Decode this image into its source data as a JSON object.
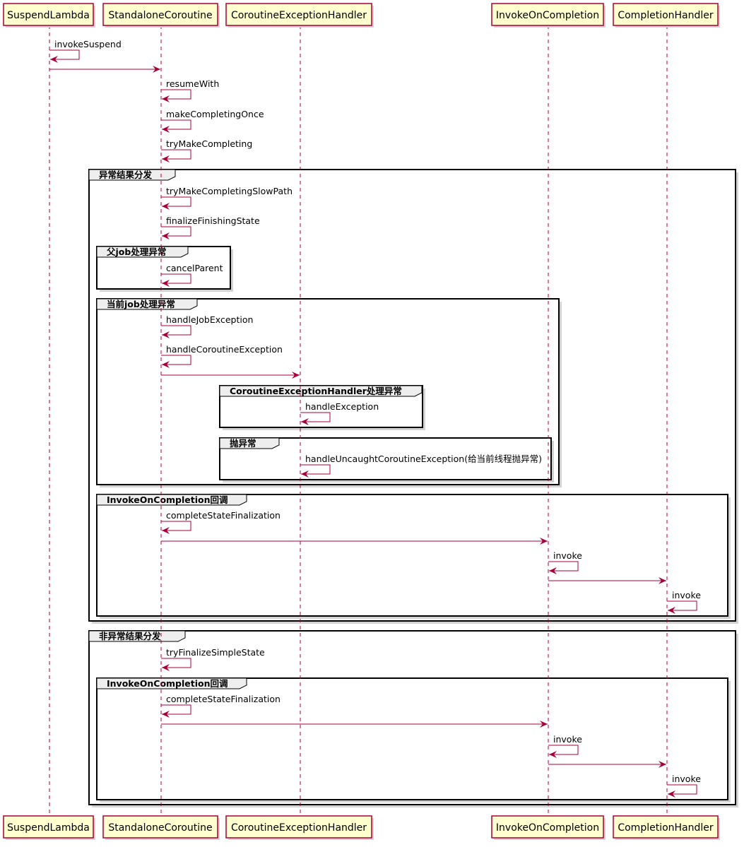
{
  "participants": [
    {
      "id": "SuspendLambda",
      "label": "SuspendLambda"
    },
    {
      "id": "StandaloneCoroutine",
      "label": "StandaloneCoroutine"
    },
    {
      "id": "CoroutineExceptionHandler",
      "label": "CoroutineExceptionHandler"
    },
    {
      "id": "InvokeOnCompletion",
      "label": "InvokeOnCompletion"
    },
    {
      "id": "CompletionHandler",
      "label": "CompletionHandler"
    }
  ],
  "messages": [
    {
      "from": "SuspendLambda",
      "to": "SuspendLambda",
      "label": "invokeSuspend"
    },
    {
      "from": "SuspendLambda",
      "to": "StandaloneCoroutine",
      "label": ""
    },
    {
      "from": "StandaloneCoroutine",
      "to": "StandaloneCoroutine",
      "label": "resumeWith"
    },
    {
      "from": "StandaloneCoroutine",
      "to": "StandaloneCoroutine",
      "label": "makeCompletingOnce"
    },
    {
      "from": "StandaloneCoroutine",
      "to": "StandaloneCoroutine",
      "label": "tryMakeCompleting"
    },
    {
      "from": "StandaloneCoroutine",
      "to": "StandaloneCoroutine",
      "label": "tryMakeCompletingSlowPath"
    },
    {
      "from": "StandaloneCoroutine",
      "to": "StandaloneCoroutine",
      "label": "finalizeFinishingState"
    },
    {
      "from": "StandaloneCoroutine",
      "to": "StandaloneCoroutine",
      "label": "cancelParent"
    },
    {
      "from": "StandaloneCoroutine",
      "to": "StandaloneCoroutine",
      "label": "handleJobException"
    },
    {
      "from": "StandaloneCoroutine",
      "to": "StandaloneCoroutine",
      "label": "handleCoroutineException"
    },
    {
      "from": "StandaloneCoroutine",
      "to": "CoroutineExceptionHandler",
      "label": ""
    },
    {
      "from": "CoroutineExceptionHandler",
      "to": "CoroutineExceptionHandler",
      "label": "handleException"
    },
    {
      "from": "CoroutineExceptionHandler",
      "to": "CoroutineExceptionHandler",
      "label": "handleUncaughtCoroutineException(给当前线程抛异常)"
    },
    {
      "from": "StandaloneCoroutine",
      "to": "StandaloneCoroutine",
      "label": "completeStateFinalization"
    },
    {
      "from": "StandaloneCoroutine",
      "to": "InvokeOnCompletion",
      "label": ""
    },
    {
      "from": "InvokeOnCompletion",
      "to": "InvokeOnCompletion",
      "label": "invoke"
    },
    {
      "from": "InvokeOnCompletion",
      "to": "CompletionHandler",
      "label": ""
    },
    {
      "from": "CompletionHandler",
      "to": "CompletionHandler",
      "label": "invoke"
    },
    {
      "from": "StandaloneCoroutine",
      "to": "StandaloneCoroutine",
      "label": "tryFinalizeSimpleState"
    },
    {
      "from": "StandaloneCoroutine",
      "to": "StandaloneCoroutine",
      "label": "completeStateFinalization"
    },
    {
      "from": "StandaloneCoroutine",
      "to": "InvokeOnCompletion",
      "label": ""
    },
    {
      "from": "InvokeOnCompletion",
      "to": "InvokeOnCompletion",
      "label": "invoke"
    },
    {
      "from": "InvokeOnCompletion",
      "to": "CompletionHandler",
      "label": ""
    },
    {
      "from": "CompletionHandler",
      "to": "CompletionHandler",
      "label": "invoke"
    }
  ],
  "groups": [
    {
      "label": "异常结果分发"
    },
    {
      "label": "父job处理异常"
    },
    {
      "label": "当前job处理异常"
    },
    {
      "label": "CoroutineExceptionHandler处理异常"
    },
    {
      "label": "抛异常"
    },
    {
      "label": "InvokeOnCompletion回调"
    },
    {
      "label": "非异常结果分发"
    },
    {
      "label": "InvokeOnCompletion回调"
    }
  ],
  "colors": {
    "participant_fill": "#FEFECE",
    "participant_border": "#A80036",
    "arrow": "#A80036",
    "frame_border": "#000000",
    "frame_tab_fill": "#EEEEEE",
    "frame_shadow": "#D3D3D3"
  }
}
